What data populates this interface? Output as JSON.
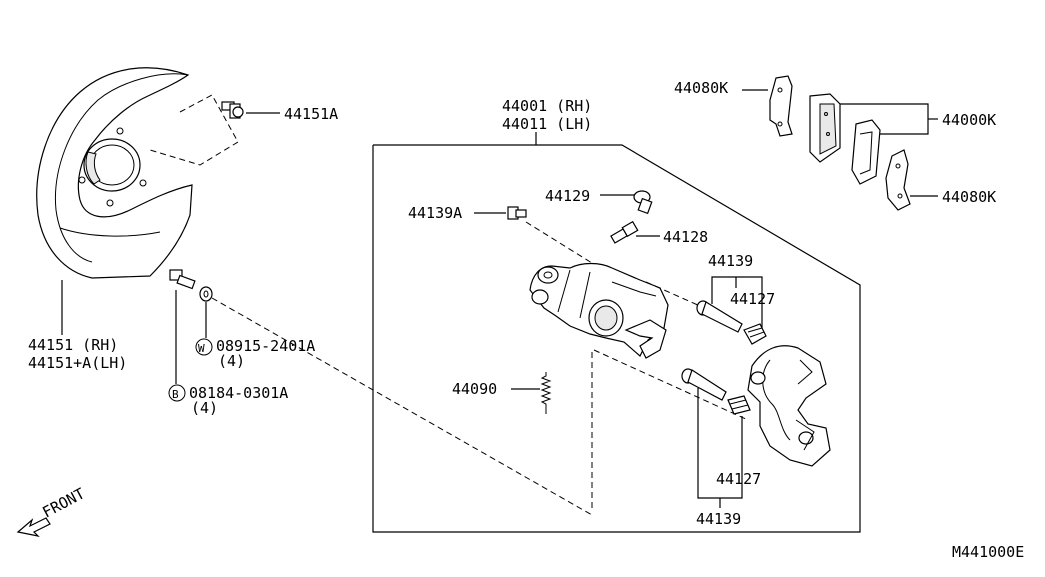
{
  "labels": {
    "shield_rh": "44151   (RH)",
    "shield_lh": "44151+A(LH)",
    "shield_bolt": "44151A",
    "caliper_rh": "44001 (RH)",
    "caliper_lh": "44011 (LH)",
    "pad_kit": "44000K",
    "shim_kit_top": "44080K",
    "shim_kit_right": "44080K",
    "bleeder_cap": "44129",
    "bleeder": "44128",
    "caliper_bolt": "44139A",
    "pin_top": "44139",
    "boot_top": "44127",
    "pin_bottom": "44139",
    "boot_bottom": "44127",
    "spring": "44090",
    "washer_part": "08915-2401A",
    "washer_qty": "(4)",
    "washer_symbol": "W",
    "bolt_part": "08184-0301A",
    "bolt_qty": "(4)",
    "bolt_symbol": "B",
    "front": "FRONT",
    "diagram_code": "M441000E"
  }
}
